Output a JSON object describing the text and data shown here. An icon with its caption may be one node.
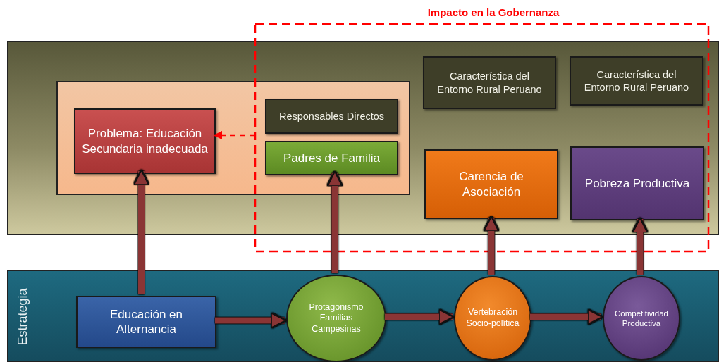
{
  "diagram": {
    "nodes": [
      {
        "text": [],
        "shape": "box"
      },
      {
        "text": [],
        "shape": "box",
        "in": 0
      },
      {
        "text": [
          "Problema: Educación Secundaria inadecuada"
        ],
        "in": 1
      },
      {
        "text": [
          "Responsables Directos"
        ],
        "in": 1
      },
      {
        "text": [
          "Padres de Familia"
        ],
        "in": 1
      },
      {
        "text": [
          "Característica del Entorno Rural Peruano"
        ],
        "in": 0
      },
      {
        "text": [
          "Característica del Entorno Rural Peruano"
        ],
        "in": 0
      },
      {
        "text": [
          "Carencia de Asociación"
        ],
        "in": 0
      },
      {
        "text": [
          "Pobreza Productiva"
        ],
        "in": 0
      },
      {
        "text": [
          "Estrategia"
        ]
      },
      {
        "text": [
          "Educación en Alternancia"
        ],
        "in": 9
      },
      {
        "text": [
          "Protagonismo Familias Campesinas"
        ],
        "in": 9
      },
      {
        "text": [
          "Vertebración Socio-política"
        ],
        "in": 9
      },
      {
        "text": [
          "Competitividad Productiva"
        ],
        "in": 9
      }
    ],
    "edges": [
      {
        "from": 10,
        "to": 2,
        "arrow": "to"
      },
      {
        "from": 11,
        "to": 4,
        "arrow": "to"
      },
      {
        "from": 12,
        "to": 7,
        "arrow": "to"
      },
      {
        "from": 13,
        "to": 8,
        "arrow": "to"
      },
      {
        "from": 10,
        "to": 11,
        "arrow": "to"
      },
      {
        "from": 11,
        "to": 12,
        "arrow": "to"
      },
      {
        "from": 12,
        "to": 13,
        "arrow": "to"
      },
      {
        "from": null,
        "to": 2,
        "arrow": "to",
        "style": "dashed",
        "color": "#ff0000"
      }
    ],
    "labels": [
      "Impacto en la Gobernanza"
    ]
  }
}
